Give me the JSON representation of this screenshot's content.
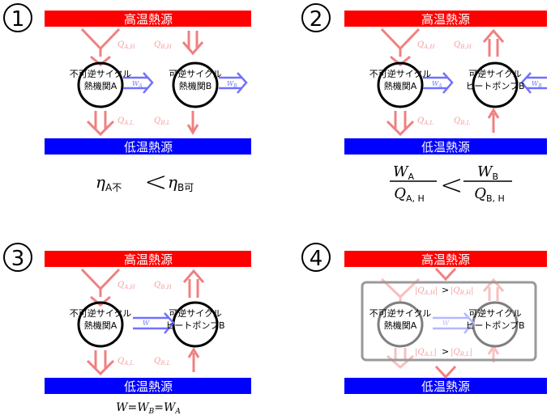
{
  "colors": {
    "hot": "#ff0000",
    "cold": "#0000ff",
    "heat_arrow": "#f08080",
    "work_arrow": "#7070ff",
    "engine_stroke": "#000000",
    "frame": "#999999"
  },
  "panels": [
    {
      "number": "1",
      "hot_label": "高温熱源",
      "cold_label": "低温熱源",
      "engine_a": {
        "line1": "不可逆サイクル",
        "line2": "熱機関A"
      },
      "engine_b": {
        "line1": "可逆サイクル",
        "line2": "熱機関B"
      },
      "heat_labels": {
        "qah": "Q",
        "qah_sub": "A,H",
        "qbh": "Q",
        "qbh_sub": "B,H",
        "qal": "Q",
        "qal_sub": "A,L",
        "qbl": "Q",
        "qbl_sub": "B,L"
      },
      "work_a": "W",
      "work_a_sub": "A",
      "work_b": "W",
      "work_b_sub": "B",
      "caption": {
        "left": "η",
        "left_sub": "A不",
        "op": "<",
        "right": "η",
        "right_sub": "B可"
      }
    },
    {
      "number": "2",
      "hot_label": "高温熱源",
      "cold_label": "低温熱源",
      "engine_a": {
        "line1": "不可逆サイクル",
        "line2": "熱機関A"
      },
      "engine_b": {
        "line1": "可逆サイクル",
        "line2": "ヒートポンプB"
      },
      "heat_labels": {
        "qah": "Q",
        "qah_sub": "A,H",
        "qbh": "Q",
        "qbh_sub": "B,H",
        "qal": "Q",
        "qal_sub": "A,L",
        "qbl": "Q",
        "qbl_sub": "B,L"
      },
      "work_a": "W",
      "work_a_sub": "A",
      "work_b": "W",
      "work_b_sub": "B",
      "caption": {
        "left_num": "W",
        "left_num_sub": "A",
        "left_den": "Q",
        "left_den_sub": "A, H",
        "op": "<",
        "right_num": "W",
        "right_num_sub": "B",
        "right_den": "Q",
        "right_den_sub": "B, H"
      }
    },
    {
      "number": "3",
      "hot_label": "高温熱源",
      "cold_label": "低温熱源",
      "engine_a": {
        "line1": "不可逆サイクル",
        "line2": "熱機関A"
      },
      "engine_b": {
        "line1": "可逆サイクル",
        "line2": "ヒートポンプB"
      },
      "heat_labels": {
        "qah": "Q",
        "qah_sub": "A,H",
        "qbh": "Q",
        "qbh_sub": "B,H",
        "qal": "Q",
        "qal_sub": "A,L",
        "qbl": "Q",
        "qbl_sub": "B,L"
      },
      "work": "W",
      "work_sub": "",
      "caption": {
        "w": "W",
        "eq1": "=",
        "wb": "W",
        "wb_sub": "B",
        "eq2": "=",
        "wa": "W",
        "wa_sub": "A"
      }
    },
    {
      "number": "4",
      "hot_label": "高温熱源",
      "cold_label": "低温熱源",
      "engine_a": {
        "line1": "不可逆サイクル",
        "line2": "熱機関A"
      },
      "engine_b": {
        "line1": "可逆サイクル",
        "line2": "ヒートポンプB"
      },
      "top_compare": {
        "left": "|Q",
        "left_sub": "A,H",
        "left_end": "|",
        "op": ">",
        "right": "|Q",
        "right_sub": "B,H",
        "right_end": "|"
      },
      "bottom_compare": {
        "left": "|Q",
        "left_sub": "A,L",
        "left_end": "|",
        "op": ">",
        "right": "|Q",
        "right_sub": "B,L",
        "right_end": "|"
      },
      "work": "W"
    }
  ]
}
